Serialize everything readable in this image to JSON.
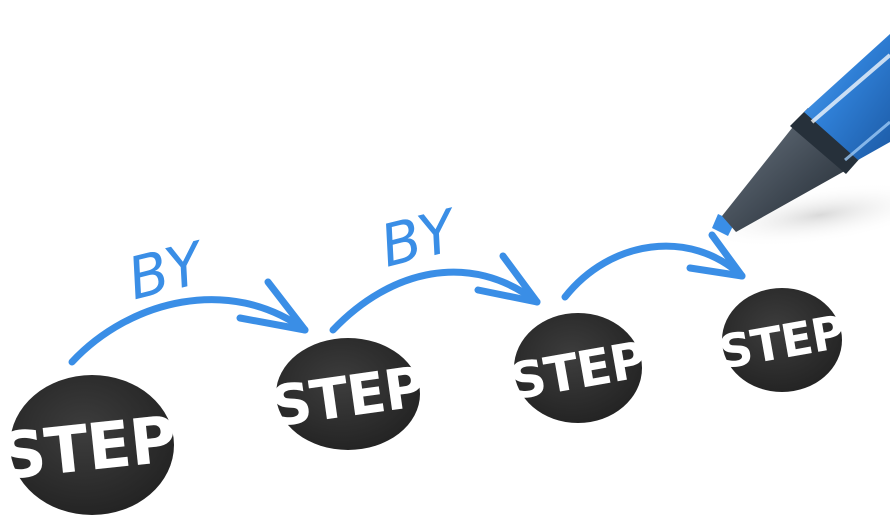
{
  "scene": {
    "step_label": "STEP",
    "by_label": "BY",
    "colors": {
      "ink_blue": "#3a8ee6",
      "disc_dark": "#2f2f2f",
      "text_white": "#ffffff",
      "pen_blue": "#2f7fd6",
      "pen_dark": "#3d4650"
    },
    "steps": [
      {
        "label": "STEP"
      },
      {
        "label": "STEP"
      },
      {
        "label": "STEP"
      },
      {
        "label": "STEP"
      }
    ],
    "bys": [
      {
        "label": "BY"
      },
      {
        "label": "BY"
      }
    ],
    "icons": {
      "pen": "marker-pen-icon",
      "arrow": "curved-arrow-icon"
    }
  }
}
